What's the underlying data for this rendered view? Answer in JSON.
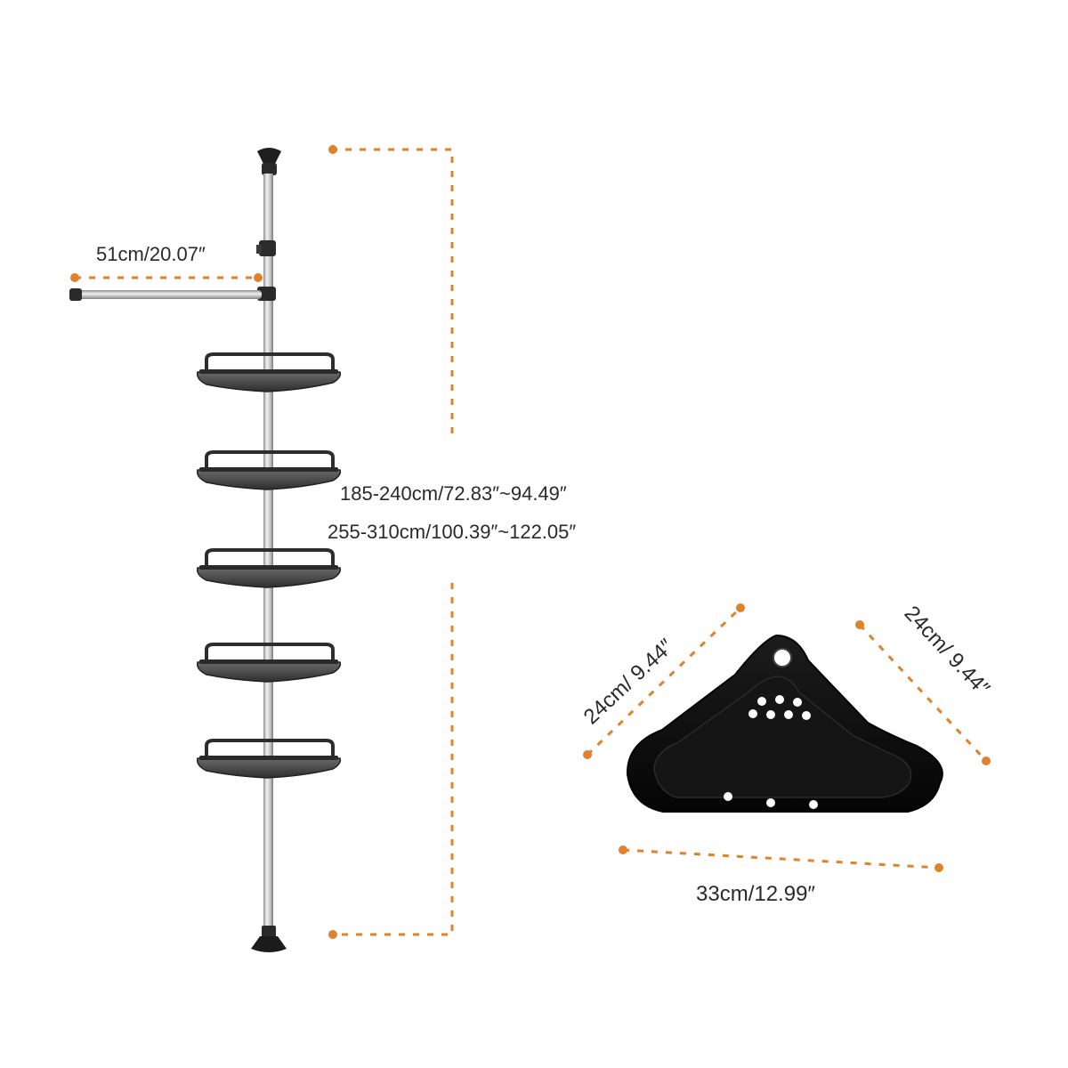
{
  "colors": {
    "accent": "#e0812b",
    "shelf": "#3b3b3b",
    "tray": "#0e0e0e",
    "pole": "#c6c6c6",
    "text": "#2a2a2a"
  },
  "labels": {
    "towel_bar_width": "51cm/20.07″",
    "height_range_1": "185-240cm/72.83″~94.49″",
    "height_range_2": "255-310cm/100.39″~122.05″",
    "tray_left_side": "24cm/ 9.44″",
    "tray_right_side": "24cm/ 9.44″",
    "tray_width": "33cm/12.99″"
  }
}
